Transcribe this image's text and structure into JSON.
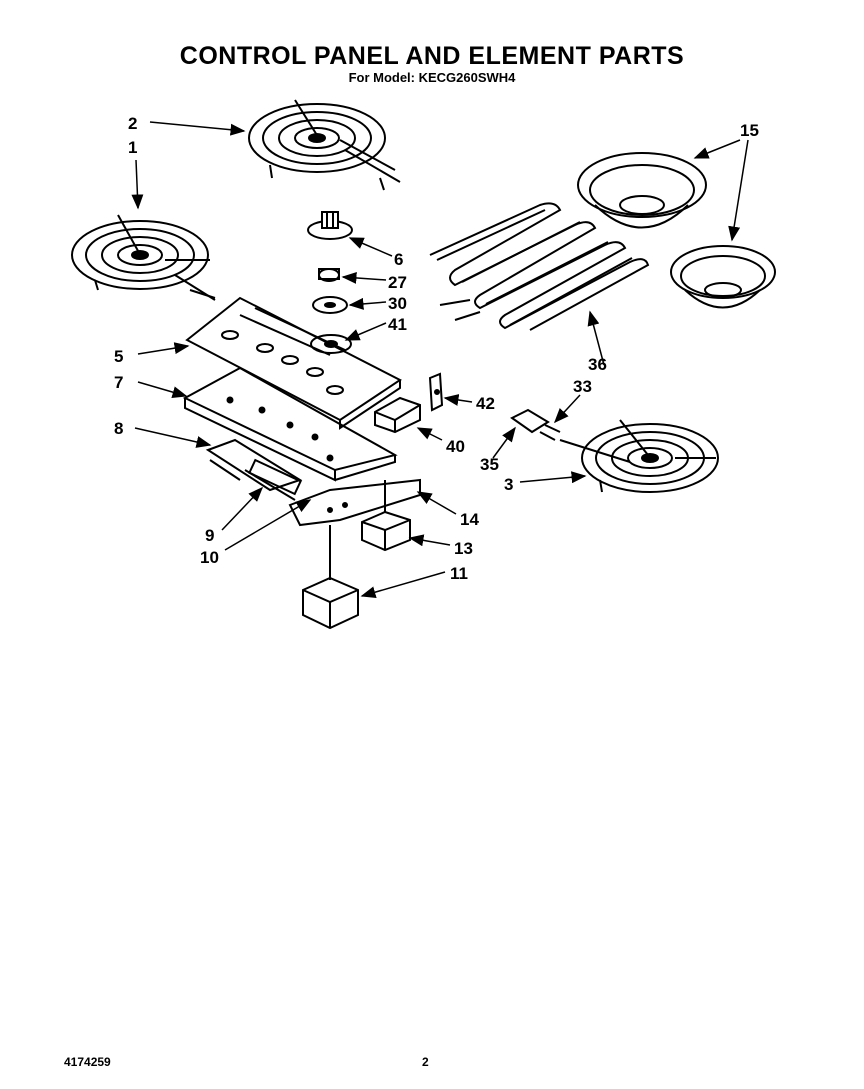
{
  "title": "CONTROL PANEL AND ELEMENT PARTS",
  "subtitle": "For Model: KECG260SWH4",
  "footer": {
    "doc_number": "4174259",
    "page_number": "2"
  },
  "callouts": {
    "c1": "1",
    "c2": "2",
    "c3": "3",
    "c5": "5",
    "c6": "6",
    "c7": "7",
    "c8": "8",
    "c9": "9",
    "c10": "10",
    "c11": "11",
    "c13": "13",
    "c14": "14",
    "c15": "15",
    "c27": "27",
    "c30": "30",
    "c33": "33",
    "c35": "35",
    "c36": "36",
    "c40": "40",
    "c41": "41",
    "c42": "42"
  }
}
